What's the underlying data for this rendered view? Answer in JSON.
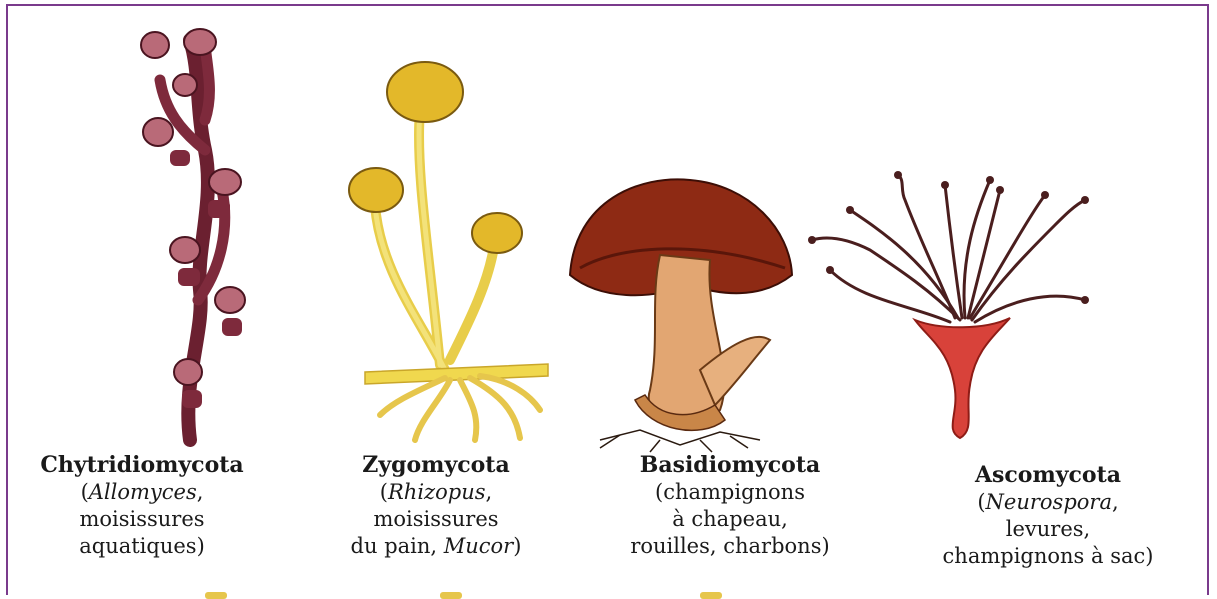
{
  "specimens": [
    {
      "id": "chytridiomycota",
      "name": "Chytridiomycota",
      "lines": [
        {
          "pre": "(",
          "em": "Allomyces",
          "post": ","
        },
        {
          "pre": "moisissures",
          "em": "",
          "post": ""
        },
        {
          "pre": "aquatiques)",
          "em": "",
          "post": ""
        }
      ]
    },
    {
      "id": "zygomycota",
      "name": "Zygomycota",
      "lines": [
        {
          "pre": "(",
          "em": "Rhizopus",
          "post": ","
        },
        {
          "pre": "moisissures",
          "em": "",
          "post": ""
        },
        {
          "pre": "du pain, ",
          "em": "Mucor",
          "post": ")"
        }
      ]
    },
    {
      "id": "basidiomycota",
      "name": "Basidiomycota",
      "lines": [
        {
          "pre": "(champignons",
          "em": "",
          "post": ""
        },
        {
          "pre": "à chapeau,",
          "em": "",
          "post": ""
        },
        {
          "pre": "rouilles, charbons)",
          "em": "",
          "post": ""
        }
      ]
    },
    {
      "id": "ascomycota",
      "name": "Ascomycota",
      "lines": [
        {
          "pre": "(",
          "em": "Neurospora",
          "post": ","
        },
        {
          "pre": "levures,",
          "em": "",
          "post": ""
        },
        {
          "pre": "champignons à sac)",
          "em": "",
          "post": ""
        }
      ]
    }
  ],
  "colors": {
    "frame": "#7a3a8c",
    "chytrid_body": "#7e2a3c",
    "chytrid_bulb": "#c07a86",
    "zygo_stalk": "#f3e27a",
    "zygo_cap": "#e0b52a",
    "basidio_cap": "#8e2a14",
    "basidio_stem": "#e2a672",
    "asco_cup": "#d8423a",
    "asco_filaments": "#4a1e1e"
  }
}
